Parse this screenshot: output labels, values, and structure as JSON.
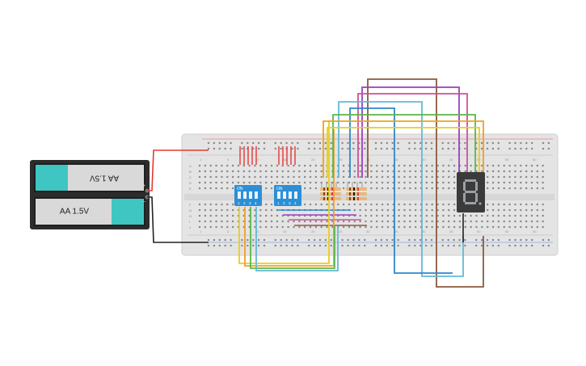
{
  "battery": {
    "top_cell_label": "AA 1.5V",
    "bottom_cell_label": "AA 1.5V",
    "plus_symbol": "+",
    "minus_symbol": "−"
  },
  "breadboard": {
    "row_letters_top": [
      "A",
      "B",
      "C",
      "D",
      "E"
    ],
    "row_letters_bottom": [
      "F",
      "G",
      "H",
      "I",
      "J"
    ],
    "column_numbers": [
      "1",
      "5",
      "10",
      "15",
      "20",
      "25",
      "30",
      "35",
      "40",
      "45",
      "50",
      "55",
      "60"
    ]
  },
  "dip_switches": [
    {
      "on_label": "ON",
      "pin_labels": [
        "1",
        "2",
        "3",
        "4"
      ]
    },
    {
      "on_label": "ON",
      "pin_labels": [
        "1",
        "2",
        "3",
        "4"
      ]
    }
  ],
  "seven_segment": {
    "digit_shown": "8"
  },
  "colors": {
    "board": "#e3e3e3",
    "battery_cell": "#3fc6c3",
    "battery_case": "#2c2c2c",
    "dip_switch": "#2b8fd7",
    "wire_red": "#e53935",
    "wire_black": "#222222",
    "wire_orange": "#f0a020",
    "wire_yellow": "#e8cf1b",
    "wire_green": "#5ab84a",
    "wire_blue": "#2f86c9",
    "wire_lightblue": "#63b9d8",
    "wire_purple": "#9a3fbf",
    "wire_pink": "#d04fa0",
    "wire_brown": "#8b5a3c"
  }
}
